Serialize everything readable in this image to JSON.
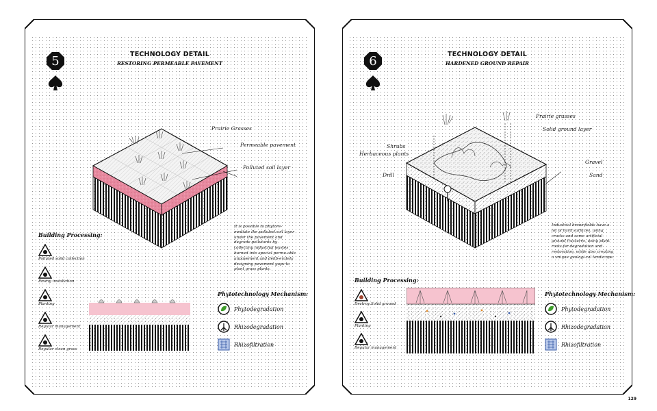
{
  "page_number": "129",
  "panels": [
    {
      "number": "5",
      "title": "TECHNOLOGY DETAIL",
      "subtitle": "RESTORING PERMEABLE PAVEMENT",
      "labels": [
        "Prairie Grasses",
        "Permeable pavement",
        "Polluted soil layer"
      ],
      "building_processing": {
        "heading": "Building Processing:",
        "steps": [
          "Polluted soild collection",
          "Paving installation",
          "Planting",
          "Regular management",
          "Regular clean grass"
        ]
      },
      "description": "It is possible to phytore-mediate the polluted soil layer under the pavement and degrade pollutants by collecting industrial wastes burned into special perme-able unpavement and delib-erately designing pavement gaps to plant grass plants.",
      "mechanism": {
        "heading": "Phytotechnology Mechanism:",
        "items": [
          "Phytodegradation",
          "Rhizodegradation",
          "Rhizofiltration"
        ]
      },
      "colors": {
        "polluted": "#e7899f"
      }
    },
    {
      "number": "6",
      "title": "TECHNOLOGY DETAIL",
      "subtitle": "HARDENED GROUND REPAIR",
      "labels": [
        "Prairie grasses",
        "Solid ground layer",
        "Shrubs",
        "Herbaceous plants",
        "Gravel",
        "Drill",
        "Sand"
      ],
      "description": "Industrial brownfields have a lot of hard surfaces, using cracks and some artificial ground fractures, using plant roots for degradation and restoration, while also creating a unique geologi-cal landscape.",
      "building_processing": {
        "heading": "Building Processing:",
        "steps": [
          "Destroy Solid ground",
          "Planting",
          "Regular management"
        ]
      },
      "mechanism": {
        "heading": "Phytotechnology Mechanism:",
        "items": [
          "Phytodegradation",
          "Rhizodegradation",
          "Rhizofiltration"
        ]
      },
      "colors": {
        "polluted": "#e7899f"
      }
    }
  ]
}
